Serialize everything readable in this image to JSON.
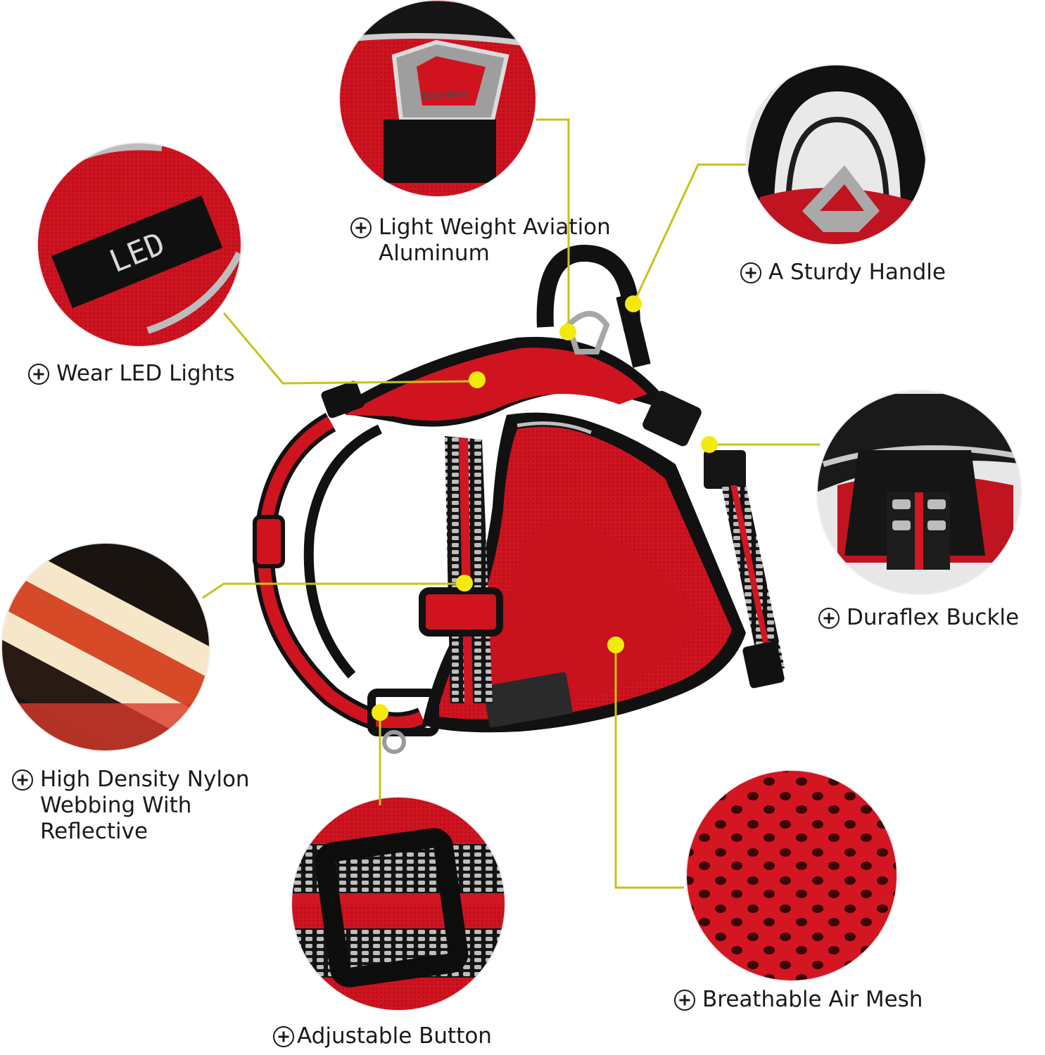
{
  "features": {
    "aluminum": {
      "line1": "Light Weight Aviation",
      "line2": "Aluminum"
    },
    "handle": {
      "line1": "A Sturdy Handle"
    },
    "led": {
      "line1": "Wear LED Lights"
    },
    "buckle": {
      "line1": "Duraflex Buckle"
    },
    "webbing": {
      "line1": "High Density Nylon",
      "line2": "Webbing With",
      "line3": "Reflective"
    },
    "mesh": {
      "line1": "Breathable Air Mesh"
    },
    "button": {
      "line1": "Adjustable Button"
    }
  },
  "product_marks": {
    "ring_engraving": "Truelove",
    "tag_text": "LED"
  },
  "colors": {
    "harness_red": "#cf1420",
    "webbing_black": "#111111",
    "callout_yellow": "#f2ea0f",
    "callout_line": "#c9c21a"
  }
}
